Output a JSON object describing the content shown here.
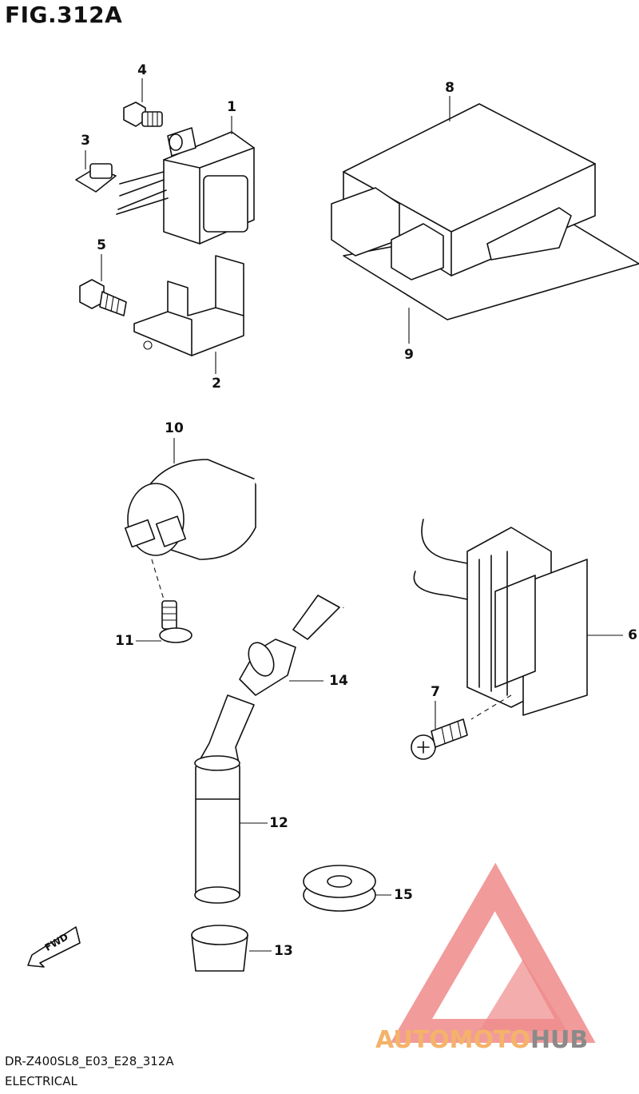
{
  "title": "FIG.312A",
  "parts": [
    {
      "num": "1"
    },
    {
      "num": "2"
    },
    {
      "num": "3"
    },
    {
      "num": "4"
    },
    {
      "num": "5"
    },
    {
      "num": "6"
    },
    {
      "num": "7"
    },
    {
      "num": "8"
    },
    {
      "num": "9"
    },
    {
      "num": "10"
    },
    {
      "num": "11"
    },
    {
      "num": "12"
    },
    {
      "num": "13"
    },
    {
      "num": "14"
    },
    {
      "num": "15"
    }
  ],
  "fwd_label": "FWD",
  "footer": {
    "model_code": "DR-Z400SL8_E03_E28_312A",
    "section": "ELECTRICAL"
  },
  "watermark": {
    "brand_part1": "AUTO",
    "brand_part2": "MOTO",
    "brand_part3": "HUB",
    "logo_color": "#f08a8a",
    "text_color": "#f4b36a",
    "hub_color": "#8a8a8a"
  }
}
